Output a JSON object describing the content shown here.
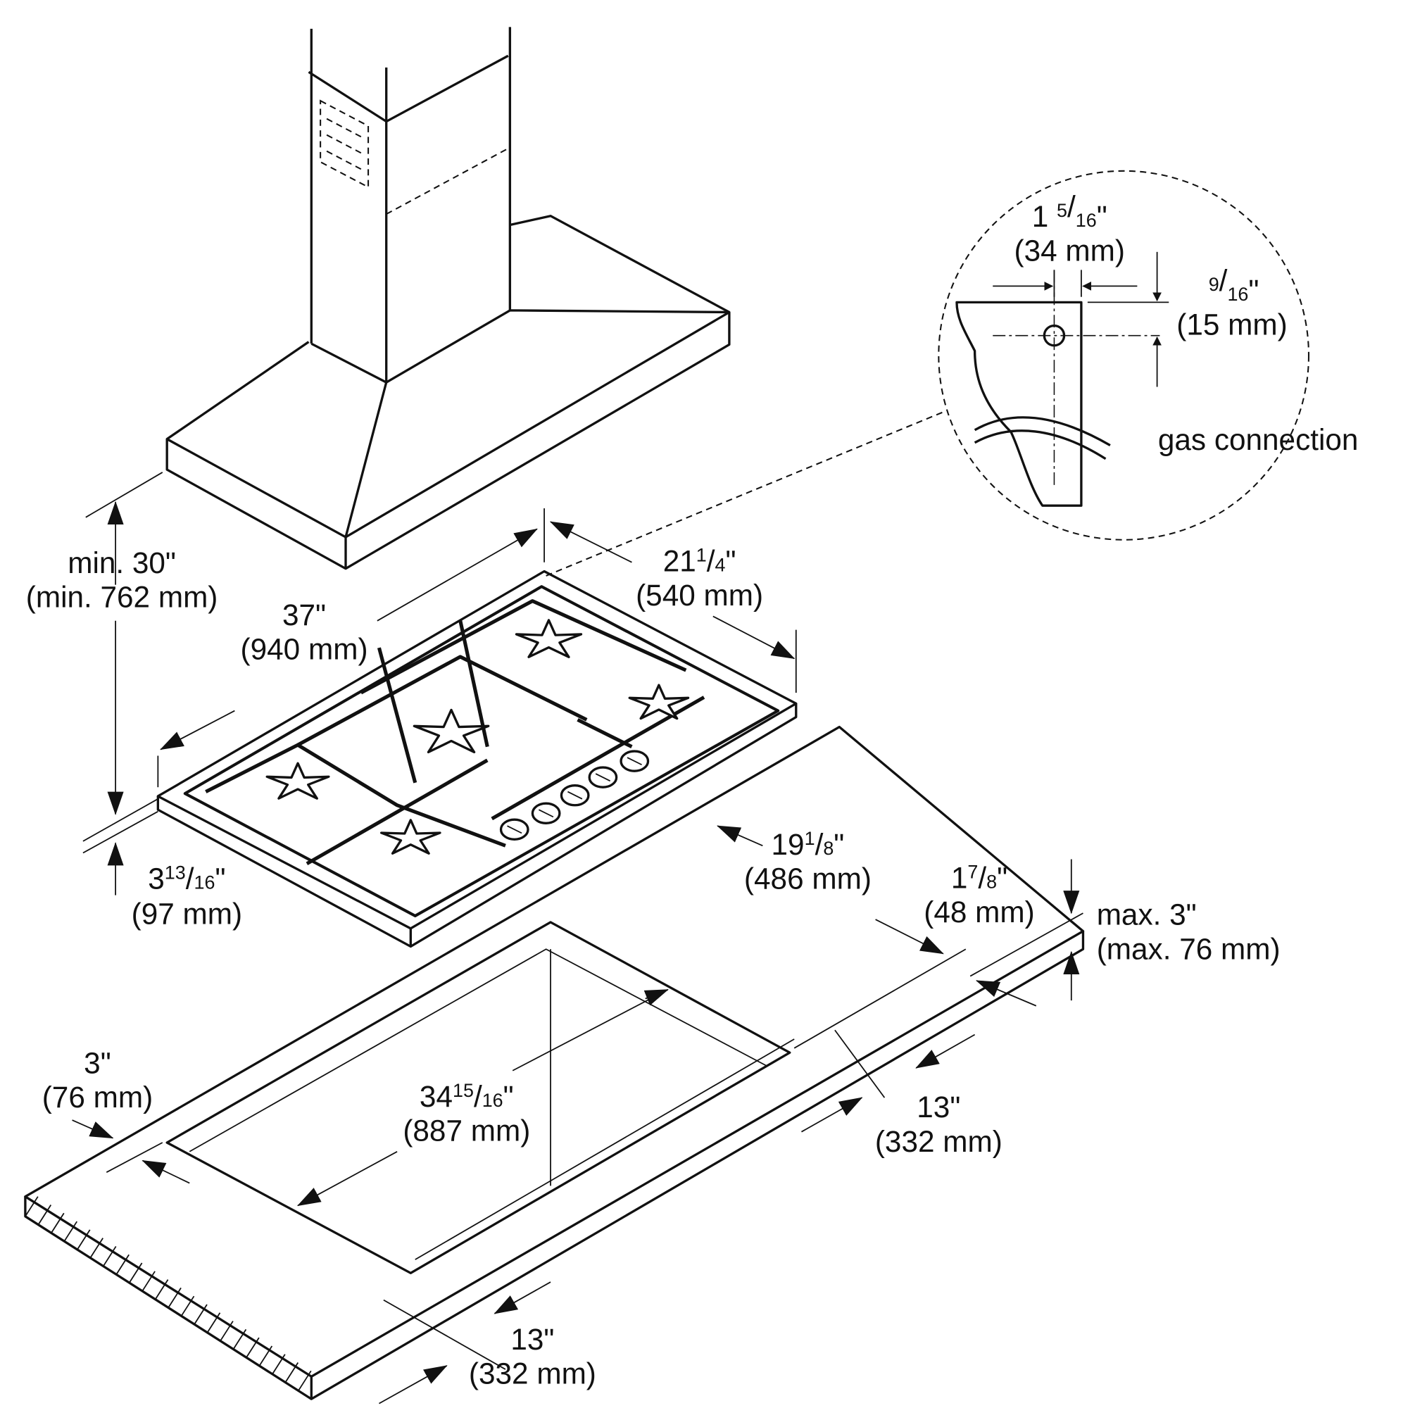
{
  "diagram": {
    "hood_clearance": {
      "imperial": "min. 30\"",
      "metric": "(min. 762 mm)"
    },
    "cooktop_width": {
      "imperial": "37\"",
      "metric": "(940 mm)"
    },
    "cooktop_depth": {
      "whole": "21",
      "num": "1",
      "den": "4",
      "unit": "\"",
      "metric": "(540 mm)"
    },
    "cooktop_height": {
      "whole": "3",
      "num": "13",
      "den": "16",
      "unit": "\"",
      "metric": "(97 mm)"
    },
    "cutout_depth": {
      "whole": "19",
      "num": "1",
      "den": "8",
      "unit": "\"",
      "metric": "(486 mm)"
    },
    "rear_clearance": {
      "whole": "1",
      "num": "7",
      "den": "8",
      "unit": "\"",
      "metric": "(48 mm)"
    },
    "countertop_max": {
      "imperial": "max. 3\"",
      "metric": "(max. 76 mm)"
    },
    "side_clearance": {
      "imperial": "3\"",
      "metric": "(76 mm)"
    },
    "cutout_width": {
      "whole": "34",
      "num": "15",
      "den": "16",
      "unit": "\"",
      "metric": "(887 mm)"
    },
    "cabinet_right": {
      "imperial": "13\"",
      "metric": "(332 mm)"
    },
    "cabinet_left": {
      "imperial": "13\"",
      "metric": "(332 mm)"
    },
    "detail": {
      "gas_offset_x": {
        "whole": "1 ",
        "num": "5",
        "den": "16",
        "unit": "\"",
        "metric": "(34 mm)"
      },
      "gas_offset_y": {
        "num": "9",
        "den": "16",
        "unit": "\"",
        "metric": "(15 mm)"
      },
      "label": "gas connection"
    }
  }
}
